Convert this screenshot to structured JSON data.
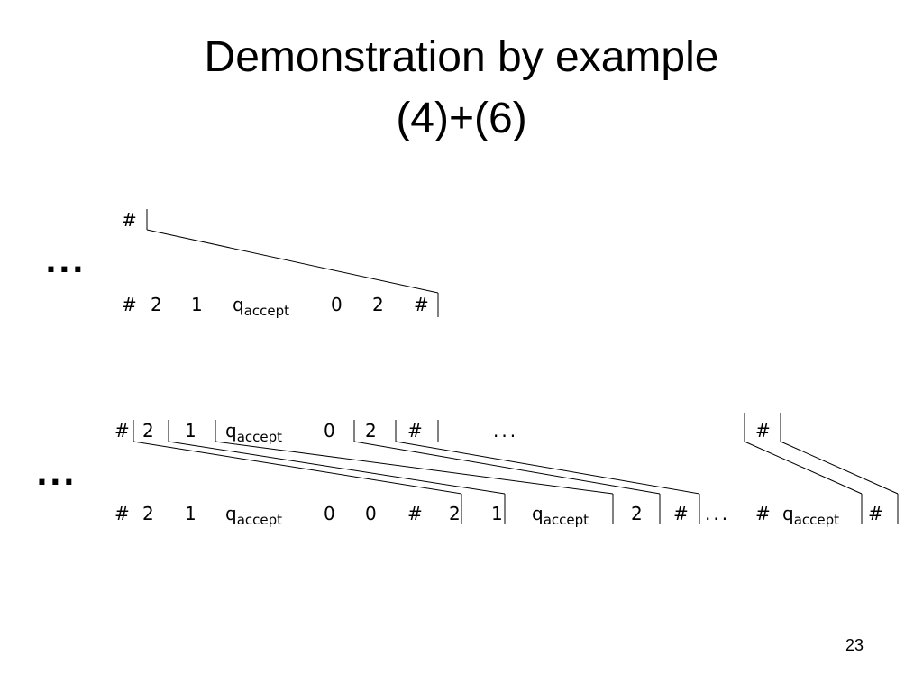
{
  "slide": {
    "title_line1": "Demonstration by example",
    "title_line2": "(4)+(6)",
    "ellipsis": "...",
    "page_number": "23"
  },
  "diagram_a": {
    "top_row": [
      "#"
    ],
    "bottom_row": [
      "#",
      "2",
      "1",
      "q",
      "0",
      "2",
      "#"
    ],
    "subscript": "accept"
  },
  "diagram_b": {
    "top_row": [
      "#",
      "2",
      "1",
      "q",
      "0",
      "2",
      "#",
      "...",
      "#"
    ],
    "bottom_row": [
      "#",
      "2",
      "1",
      "q",
      "0",
      "0",
      "#",
      "2",
      "1",
      "q",
      "2",
      "#",
      "...",
      "#",
      "q",
      "#"
    ],
    "subscript": "accept"
  }
}
